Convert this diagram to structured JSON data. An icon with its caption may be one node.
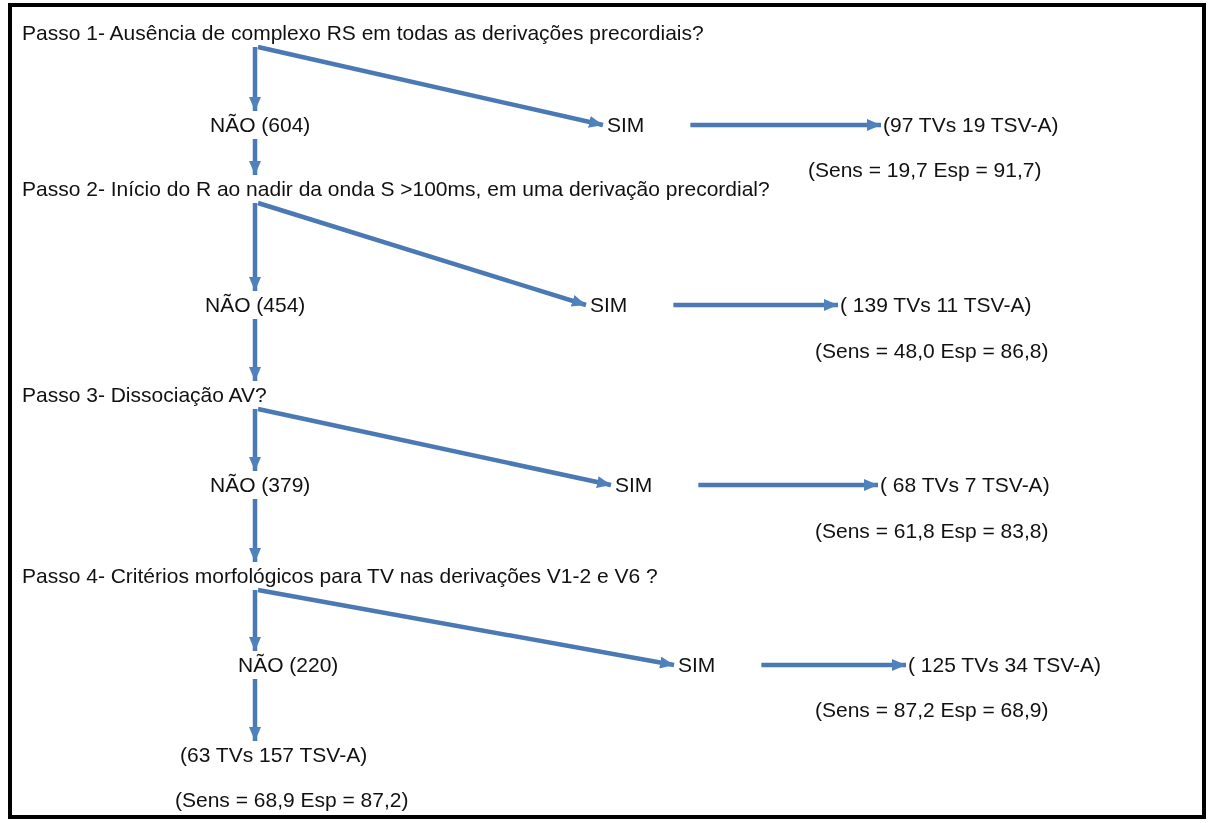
{
  "diagram": {
    "nodes": [
      {
        "text": [
          "Passo 1- Ausência de complexo RS em todas as derivações precordiais?"
        ]
      },
      {
        "text": [
          "NÃO (604)"
        ]
      },
      {
        "text": [
          "SIM"
        ]
      },
      {
        "text": [
          "(97 TVs 19 TSV-A)"
        ],
        "beside": [
          "(Sens = 19,7 Esp = 91,7)"
        ]
      },
      {
        "text": [
          "Passo 2- Início do R ao nadir da onda S >100ms, em uma derivação precordial?"
        ]
      },
      {
        "text": [
          "NÃO (454)"
        ]
      },
      {
        "text": [
          "SIM"
        ]
      },
      {
        "text": [
          "( 139 TVs 11 TSV-A)"
        ],
        "beside": [
          "(Sens = 48,0 Esp = 86,8)"
        ]
      },
      {
        "text": [
          "Passo 3- Dissociação AV?"
        ]
      },
      {
        "text": [
          "NÃO (379)"
        ]
      },
      {
        "text": [
          "SIM"
        ]
      },
      {
        "text": [
          "( 68 TVs 7 TSV-A)"
        ],
        "beside": [
          "(Sens = 61,8 Esp = 83,8)"
        ]
      },
      {
        "text": [
          "Passo 4- Critérios morfológicos para TV nas derivações V1-2 e V6 ?"
        ]
      },
      {
        "text": [
          "NÃO (220)"
        ]
      },
      {
        "text": [
          "SIM"
        ]
      },
      {
        "text": [
          "( 125 TVs 34 TSV-A)"
        ],
        "beside": [
          "(Sens = 87,2 Esp = 68,9)"
        ]
      },
      {
        "text": [
          "(63 TVs 157 TSV-A)"
        ],
        "beside": [
          "(Sens = 68,9 Esp = 87,2)"
        ]
      }
    ],
    "edges": [
      {
        "from": 0,
        "to": 1,
        "arrow": "to"
      },
      {
        "from": 0,
        "to": 2,
        "arrow": "to"
      },
      {
        "from": 2,
        "to": 3,
        "arrow": "to"
      },
      {
        "from": 1,
        "to": 4,
        "arrow": "to"
      },
      {
        "from": 4,
        "to": 5,
        "arrow": "to"
      },
      {
        "from": 4,
        "to": 6,
        "arrow": "to"
      },
      {
        "from": 6,
        "to": 7,
        "arrow": "to"
      },
      {
        "from": 5,
        "to": 8,
        "arrow": "to"
      },
      {
        "from": 8,
        "to": 9,
        "arrow": "to"
      },
      {
        "from": 8,
        "to": 10,
        "arrow": "to"
      },
      {
        "from": 10,
        "to": 11,
        "arrow": "to"
      },
      {
        "from": 9,
        "to": 12,
        "arrow": "to"
      },
      {
        "from": 12,
        "to": 13,
        "arrow": "to"
      },
      {
        "from": 12,
        "to": 14,
        "arrow": "to"
      },
      {
        "from": 14,
        "to": 15,
        "arrow": "to"
      },
      {
        "from": 13,
        "to": 16,
        "arrow": "to"
      }
    ]
  }
}
